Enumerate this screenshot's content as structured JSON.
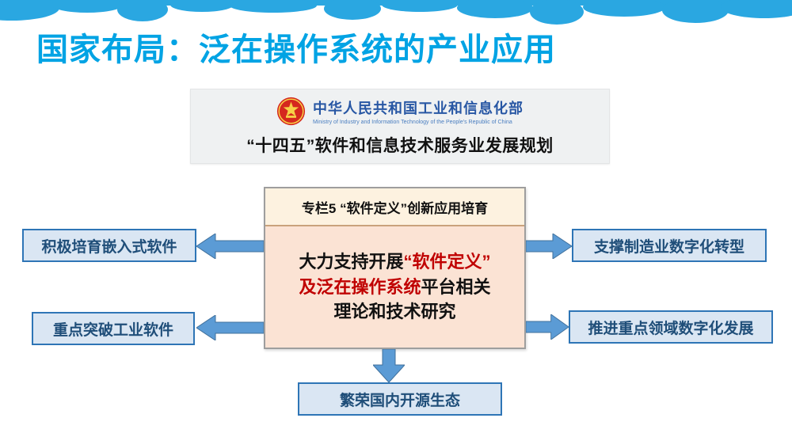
{
  "slide": {
    "title": "国家布局：泛在操作系统的产业应用"
  },
  "ministry": {
    "name": "中华人民共和国工业和信息化部",
    "name_en": "Ministry of Industry and Information Technology of the People's Republic of China",
    "plan": "“十四五”软件和信息技术服务业发展规划"
  },
  "center_box": {
    "header": "专栏5 “软件定义”创新应用培育",
    "line1_black": "大力支持开展",
    "line1_red": "“软件定义”",
    "line2_red": "及泛在操作系统",
    "line2_black": "平台相关",
    "line3_black": "理论和技术研究"
  },
  "branches": {
    "left_top": "积极培育嵌入式软件",
    "left_bottom": "重点突破工业软件",
    "right_top": "支撑制造业数字化转型",
    "right_bottom": "推进重点领域数字化发展",
    "bottom": "繁荣国内开源生态"
  },
  "icons": {
    "cloud_banner": "cloud-banner",
    "national_emblem": "national-emblem-icon",
    "arrows": [
      "arrow-left-top",
      "arrow-left-bottom",
      "arrow-right-top",
      "arrow-right-bottom",
      "arrow-down"
    ]
  },
  "colors": {
    "title_blue": "#00a3e4",
    "cloud_blue": "#2aa7e1",
    "ministry_blue": "#2857a4",
    "red_text": "#c00000",
    "arrow_fill": "#5b9bd5",
    "arrow_stroke": "#41719c",
    "branch_fill": "#dae6f3",
    "branch_border": "#2e75b6",
    "branch_text": "#1f4e79",
    "center_fill": "#fbe3d4",
    "center_header_fill": "#fdf2e0"
  }
}
